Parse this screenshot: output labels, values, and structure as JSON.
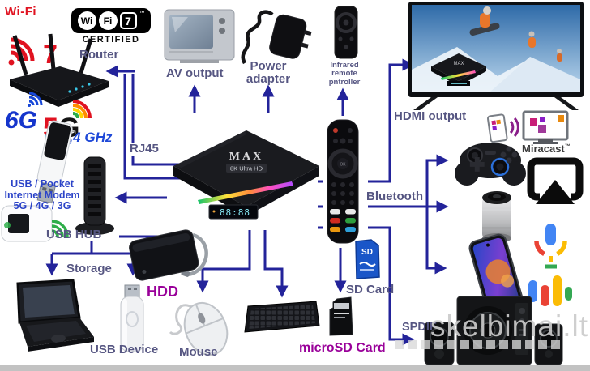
{
  "colors": {
    "arrow": "#23239a",
    "label": "#565682",
    "magenta": "#990099",
    "modem_blue": "#2b43c8",
    "wifi_red": "#e01220"
  },
  "logos": {
    "wifi7_red_text": "Wi-Fi",
    "wifi7_red_number": "7",
    "wifi7_badge_wi": "Wi",
    "wifi7_badge_fi": "Fi",
    "wifi7_badge_number": "7",
    "wifi7_badge_tm": "™",
    "wifi7_badge_certified": "CERTIFIED",
    "six_g": "6G",
    "five_g_five": "5",
    "five_g_g": "G",
    "five_g_wifi": "WiFi",
    "freq_24ghz": "2,4 GHz",
    "sd_card_logo": "SD"
  },
  "labels": {
    "router": "Router",
    "rj45": "RJ45",
    "av_output": "AV output",
    "power_line1": "Power",
    "power_line2": "adapter",
    "infrared_line1": "Infrared",
    "infrared_line2": "remote",
    "infrared_line3": "pntroller",
    "hdmi_output": "HDMI output",
    "miracast": "Miracast",
    "miracast_tm": "™",
    "bluetooth": "Bluetooth",
    "spdif": "SPDIF",
    "usb_hub": "USB HUB",
    "storage": "Storage",
    "usb_device": "USB Device",
    "hdd": "HDD",
    "mouse": "Mouse",
    "microsd": "microSD Card",
    "sd_card": "SD Card",
    "modem_line1": "USB / Pocket",
    "modem_line2": "Internet Modem",
    "modem_line3": "5G / 4G / 3G"
  },
  "tv_box": {
    "brand": "MAX",
    "badge": "8K Ultra HD",
    "display": "88:88",
    "remote_ok": "OK"
  },
  "watermark": "skelbimai.lt"
}
